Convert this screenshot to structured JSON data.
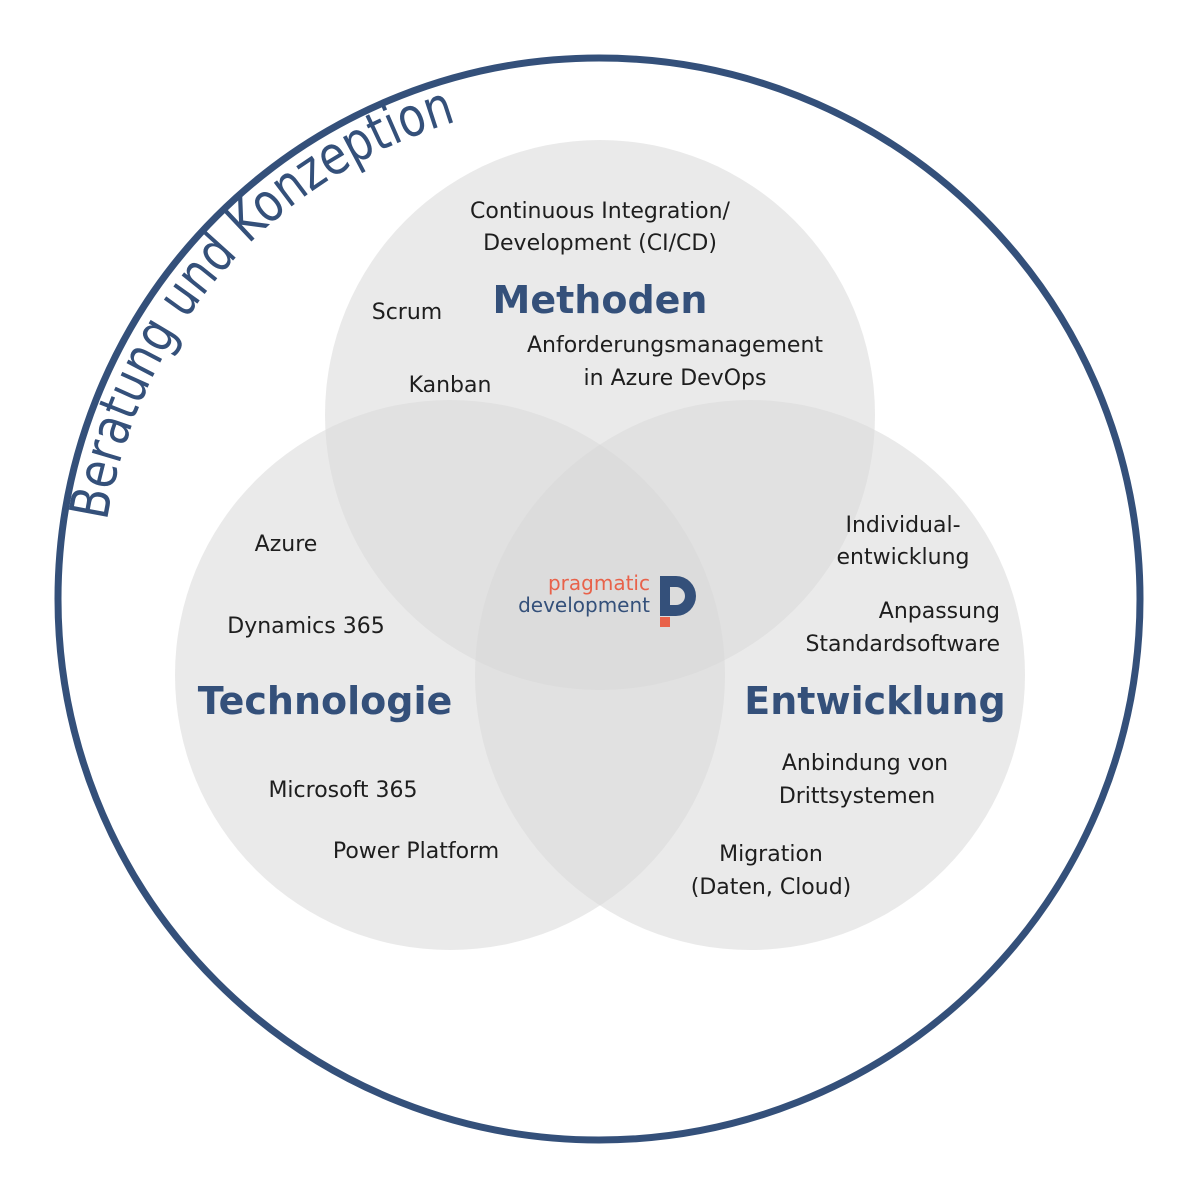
{
  "colors": {
    "primary": "#34507a",
    "accent": "#e8624a",
    "circle_fill": "#e6e6e6",
    "text": "#1e1e1e",
    "background": "#ffffff"
  },
  "outer_title": "Beratung und Konzeption",
  "methoden": {
    "heading": "Methoden",
    "items": {
      "cicd_line1": "Continuous Integration/",
      "cicd_line2": "Development (CI/CD)",
      "scrum": "Scrum",
      "kanban": "Kanban",
      "anforderung_line1": "Anforderungsmanagement",
      "anforderung_line2": "in Azure DevOps"
    }
  },
  "technologie": {
    "heading": "Technologie",
    "items": {
      "azure": "Azure",
      "dynamics": "Dynamics 365",
      "microsoft365": "Microsoft 365",
      "power_platform": "Power Platform"
    }
  },
  "entwicklung": {
    "heading": "Entwicklung",
    "items": {
      "individual_line1": "Individual-",
      "individual_line2": "entwicklung",
      "anpassung_line1": "Anpassung",
      "anpassung_line2": "Standardsoftware",
      "anbindung_line1": "Anbindung von",
      "anbindung_line2": "Drittsystemen",
      "migration_line1": "Migration",
      "migration_line2": "(Daten, Cloud)"
    }
  },
  "logo": {
    "line1": "pragmatic",
    "line2": "development"
  },
  "icons": {
    "logo_mark": "pd-logo-icon"
  }
}
